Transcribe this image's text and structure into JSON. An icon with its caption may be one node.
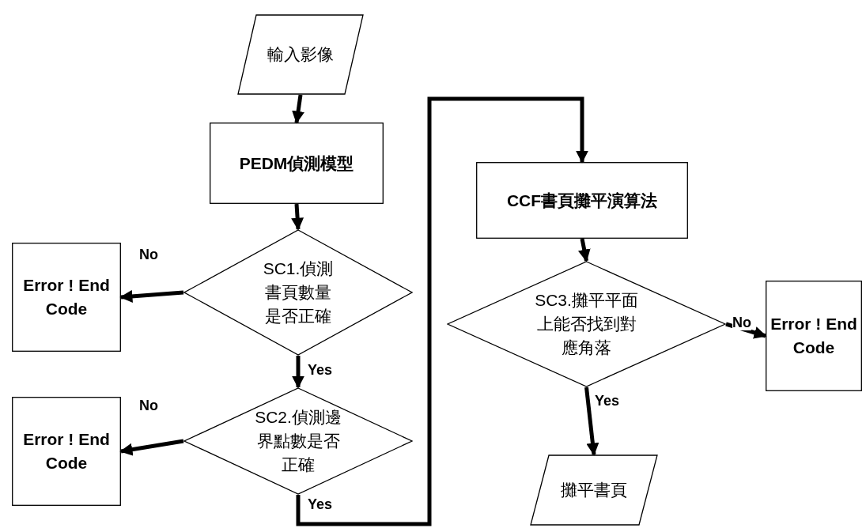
{
  "diagram": {
    "nodes": [
      {
        "text": [
          "輸入影像"
        ]
      },
      {
        "text": [
          "PEDM偵測模型"
        ]
      },
      {
        "text": [
          "SC1.偵測書頁數量是否正確"
        ]
      },
      {
        "text": [
          "Error ! End Code"
        ]
      },
      {
        "text": [
          "SC2.偵測邊界點數是否正確"
        ]
      },
      {
        "text": [
          "Error ! End Code"
        ]
      },
      {
        "text": [
          "CCF書頁攤平演算法"
        ]
      },
      {
        "text": [
          "SC3.攤平平面上能否找到對應角落"
        ]
      },
      {
        "text": [
          "Error ! End Code"
        ]
      },
      {
        "text": [
          "攤平書頁"
        ]
      }
    ],
    "edges": [
      {
        "from": 0,
        "to": 1,
        "arrow": "to"
      },
      {
        "from": 1,
        "to": 2,
        "arrow": "to"
      },
      {
        "from": 2,
        "to": 3,
        "arrow": "to",
        "label": "No"
      },
      {
        "from": 2,
        "to": 4,
        "arrow": "to",
        "label": "Yes"
      },
      {
        "from": 4,
        "to": 5,
        "arrow": "to",
        "label": "No"
      },
      {
        "from": 4,
        "to": 6,
        "arrow": "to",
        "label": "Yes"
      },
      {
        "from": 6,
        "to": 7,
        "arrow": "to"
      },
      {
        "from": 7,
        "to": 8,
        "arrow": "to",
        "label": "No"
      },
      {
        "from": 7,
        "to": 9,
        "arrow": "to",
        "label": "Yes"
      }
    ]
  }
}
